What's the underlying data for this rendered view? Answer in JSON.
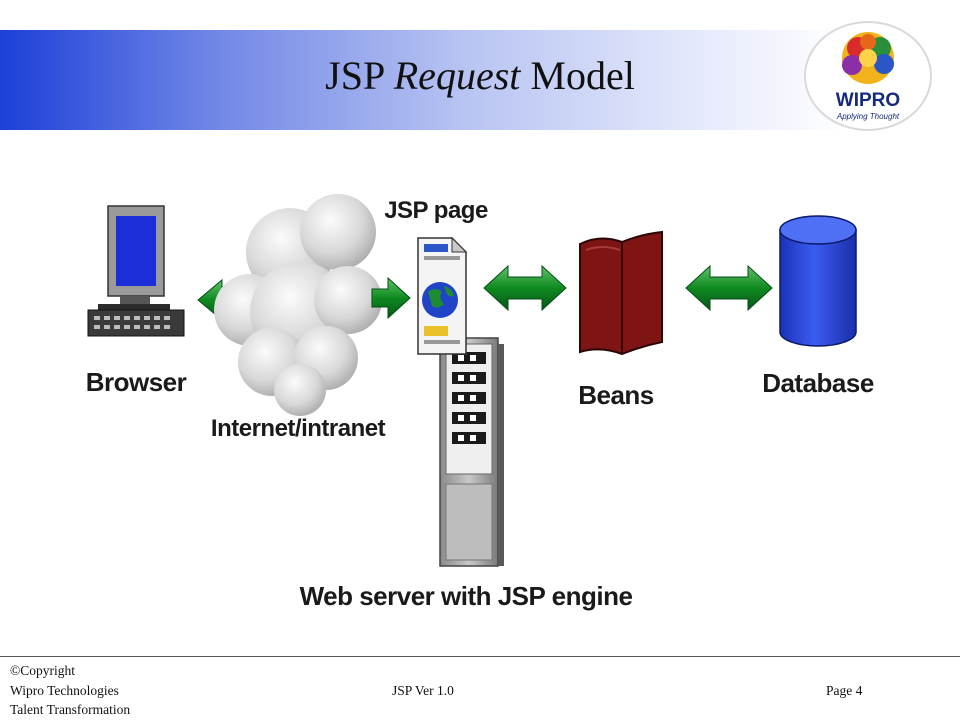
{
  "slide": {
    "title_part1": "JSP",
    "title_part2": "Request",
    "title_part3": "Model"
  },
  "logo": {
    "brand": "WIPRO",
    "tagline": "Applying Thought"
  },
  "diagram": {
    "browser_label": "Browser",
    "network_label": "Internet/intranet",
    "jsp_page_label": "JSP page",
    "beans_label": "Beans",
    "database_label": "Database",
    "server_label": "Web server with JSP engine"
  },
  "footer": {
    "copyright": "©Copyright",
    "company": "Wipro Technologies",
    "department": "Talent Transformation",
    "version": "JSP  Ver 1.0",
    "page": "Page  4"
  },
  "colors": {
    "title_band_start": "#1c3fd8",
    "arrow_green": "#0f8a1f",
    "beans_red": "#7e1414",
    "database_blue": "#1f3ee0"
  }
}
